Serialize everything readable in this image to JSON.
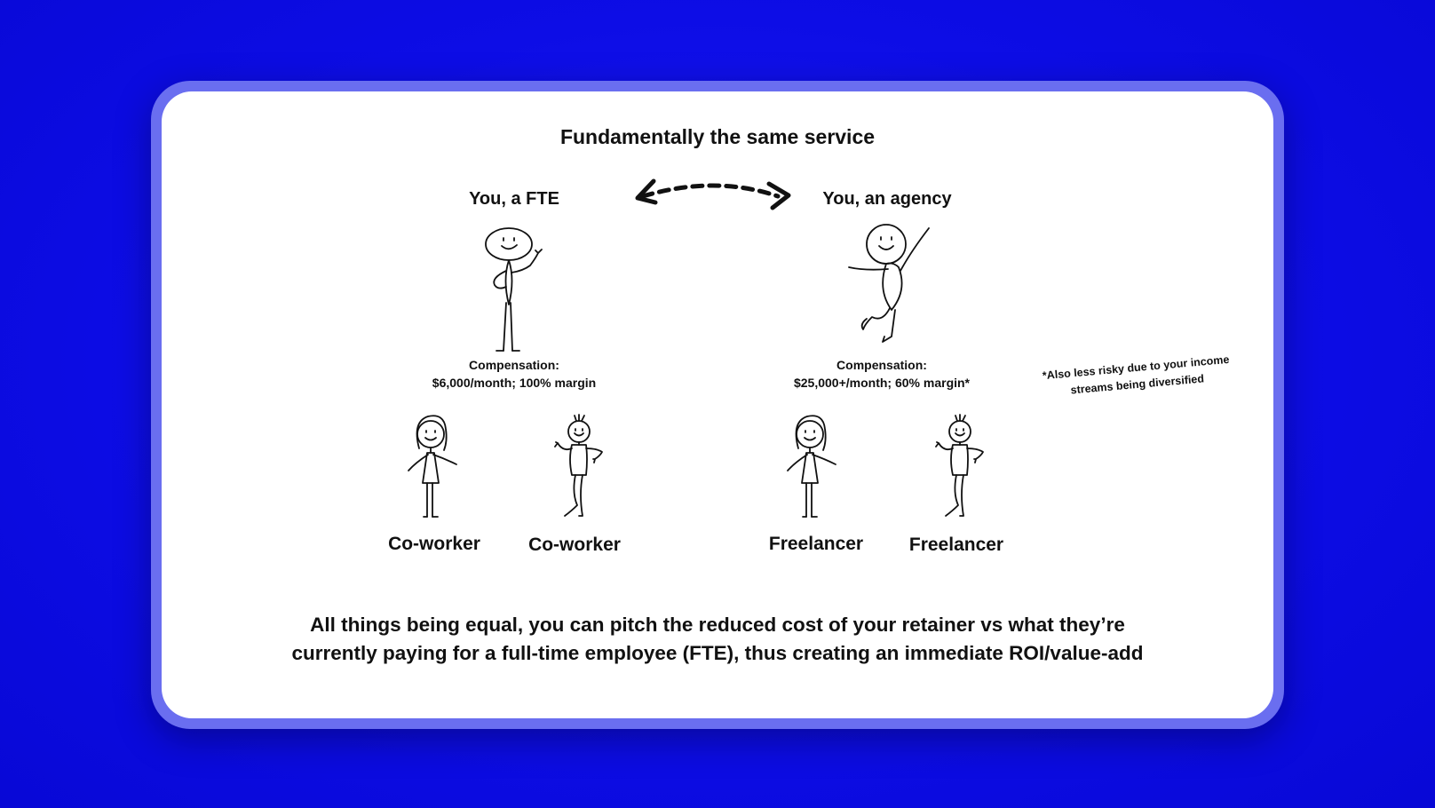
{
  "title": "Fundamentally the same service",
  "left": {
    "label": "You, a FTE",
    "compensation_line1": "Compensation:",
    "compensation_line2": "$6,000/month; 100% margin",
    "people": [
      "Co-worker",
      "Co-worker"
    ]
  },
  "right": {
    "label": "You, an agency",
    "compensation_line1": "Compensation:",
    "compensation_line2": "$25,000+/month; 60% margin*",
    "people": [
      "Freelancer",
      "Freelancer"
    ]
  },
  "note": "*Also less risky due to your income streams being diversified",
  "footer_line1": "All things being equal, you can pitch the reduced cost of your retainer vs what they’re",
  "footer_line2": "currently paying for a full-time employee (FTE), thus creating an immediate ROI/value-add",
  "colors": {
    "background": "#0d0de6",
    "frame": "#6a6ef0",
    "card": "#ffffff",
    "ink": "#111111"
  },
  "icons": [
    "bidirectional-dashed-arrow-icon",
    "stick-figure-icon"
  ]
}
